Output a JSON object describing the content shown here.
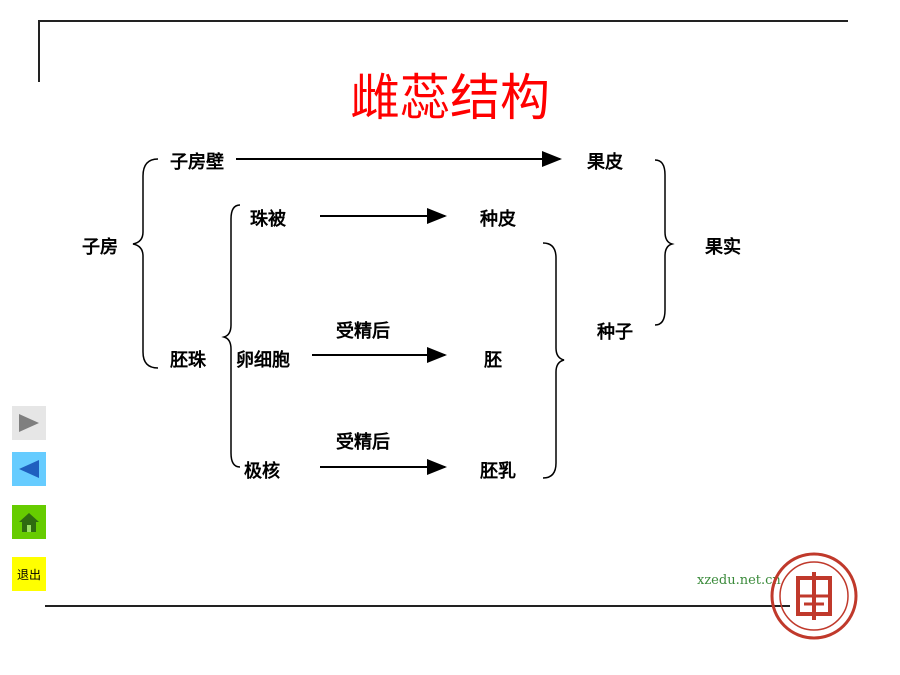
{
  "title": "雌蕊结构",
  "diagram": {
    "ovary": "子房",
    "ovary_wall": "子房壁",
    "pericarp": "果皮",
    "ovule": "胚珠",
    "integument": "珠被",
    "seed_coat": "种皮",
    "egg_cell": "卵细胞",
    "embryo": "胚",
    "polar_nuclei": "极核",
    "endosperm": "胚乳",
    "after_fertilization_1": "受精后",
    "after_fertilization_2": "受精后",
    "seed": "种子",
    "fruit": "果实"
  },
  "nav": {
    "exit_label": "退出"
  },
  "watermark": "xzedu.net.cn",
  "colors": {
    "title": "#ff0000",
    "next_button": "#e6e6e6",
    "prev_button": "#66ccff",
    "home_button": "#66cc00",
    "exit_button": "#ffff00",
    "seal": "#c0392b"
  }
}
